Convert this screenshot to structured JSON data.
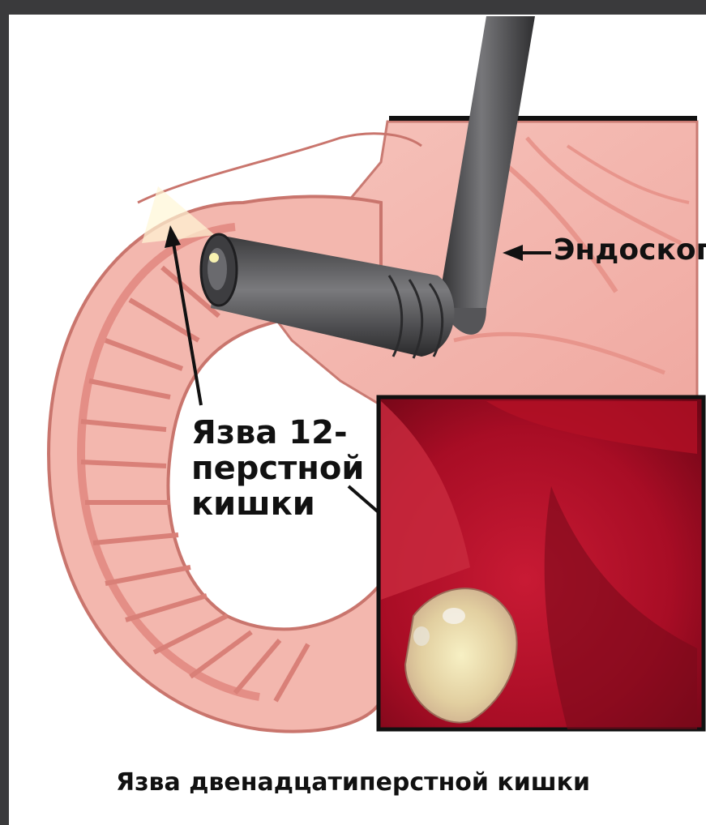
{
  "labels": {
    "endoscope": "Эндоскоп",
    "ulcer_line1": "Язва 12-",
    "ulcer_line2": "перстной",
    "ulcer_line3": "кишки"
  },
  "caption": "Язва двенадцатиперстной кишки",
  "colors": {
    "frame": "#3a3a3c",
    "tissue": "#f2b0a8",
    "tissue_dark": "#d97f78",
    "endoscope": "#4a4a4c",
    "inset_red": "#b8102a"
  }
}
